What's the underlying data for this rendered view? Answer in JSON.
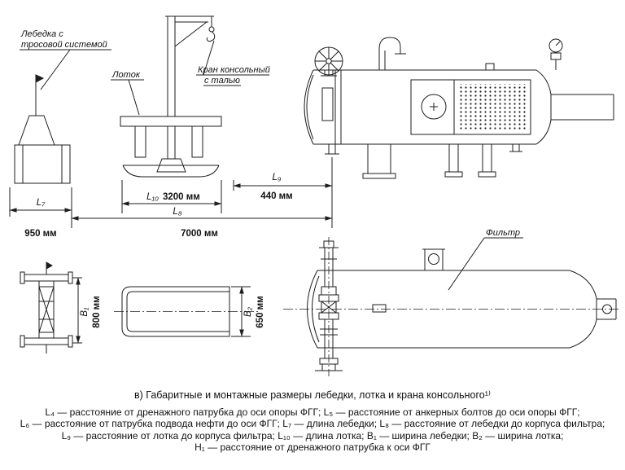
{
  "ink_color": "#1d1d1d",
  "caption": "в) Габаритные и монтажные размеры лебедки, лотка и крана консольного¹⁾",
  "labels": {
    "winch_line1": "Лебедка с",
    "winch_line2": "тросовой системой",
    "tray": "Лоток",
    "crane_line1": "Кран консольный",
    "crane_line2": "с талью",
    "filter": "Фильтр"
  },
  "dimensions": {
    "L7": {
      "name": "L₇",
      "value": "950 мм"
    },
    "L8": {
      "name": "L₈",
      "value": "7000 мм"
    },
    "L9": {
      "name": "L₉",
      "value": "440 мм"
    },
    "L10": {
      "name": "L₁₀",
      "value": "3200 мм"
    },
    "B1": {
      "name": "B₁",
      "value": "800 мм"
    },
    "B2": {
      "name": "B₂",
      "value": "650 мм"
    }
  },
  "legend": {
    "line1": "L₄ — расстояние от дренажного патрубка до оси опоры ФГГ; L₅ — расстояние от анкерных болтов до оси опоры ФГГ;",
    "line2": "L₆ — расстояние от патрубка подвода нефти до оси ФГГ; L₇ — длина лебедки; L₈ — расстояние от лебедки до корпуса фильтра;",
    "line3": "L₉ — расстояние от лотка до корпуса фильтра; L₁₀ — длина лотка; B₁ — ширина лебедки; B₂ — ширина лотка;",
    "line4": "H₁ — расстояние от дренажного патрубка к оси ФГГ"
  }
}
